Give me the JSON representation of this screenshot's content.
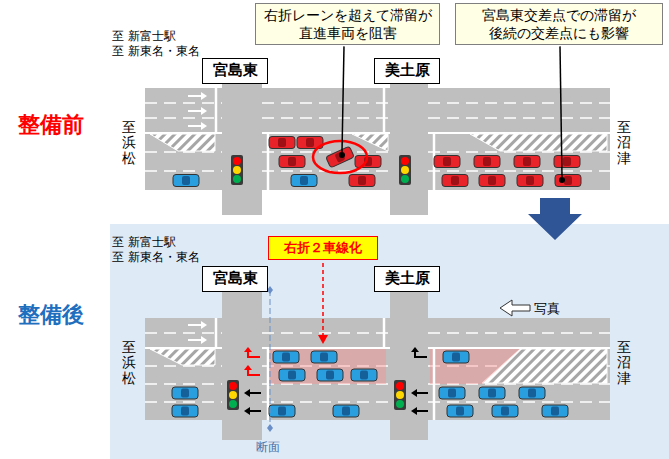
{
  "diagram": {
    "nodes": [
      {
        "text": [
          "右折レーンを超えて滞留が 直進車両を阻害"
        ]
      },
      {
        "text": [
          "宮島東交差点での滞留が 後続の交差点にも影響"
        ]
      },
      {
        "text": [
          "宮島東"
        ]
      },
      {
        "text": [
          "美土原"
        ]
      },
      {
        "text": [
          "右折２車線化"
        ]
      },
      {
        "text": [
          "宮島東"
        ]
      },
      {
        "text": [
          "美土原"
        ]
      }
    ],
    "labels": [
      "至 新富士駅",
      "至 新東名・東名",
      "整備前",
      "至 浜松",
      "至 沼津",
      "至 新富士駅",
      "至 新東名・東名",
      "整備後",
      "写真",
      "至 浜松",
      "至 沼津",
      "断面"
    ]
  }
}
